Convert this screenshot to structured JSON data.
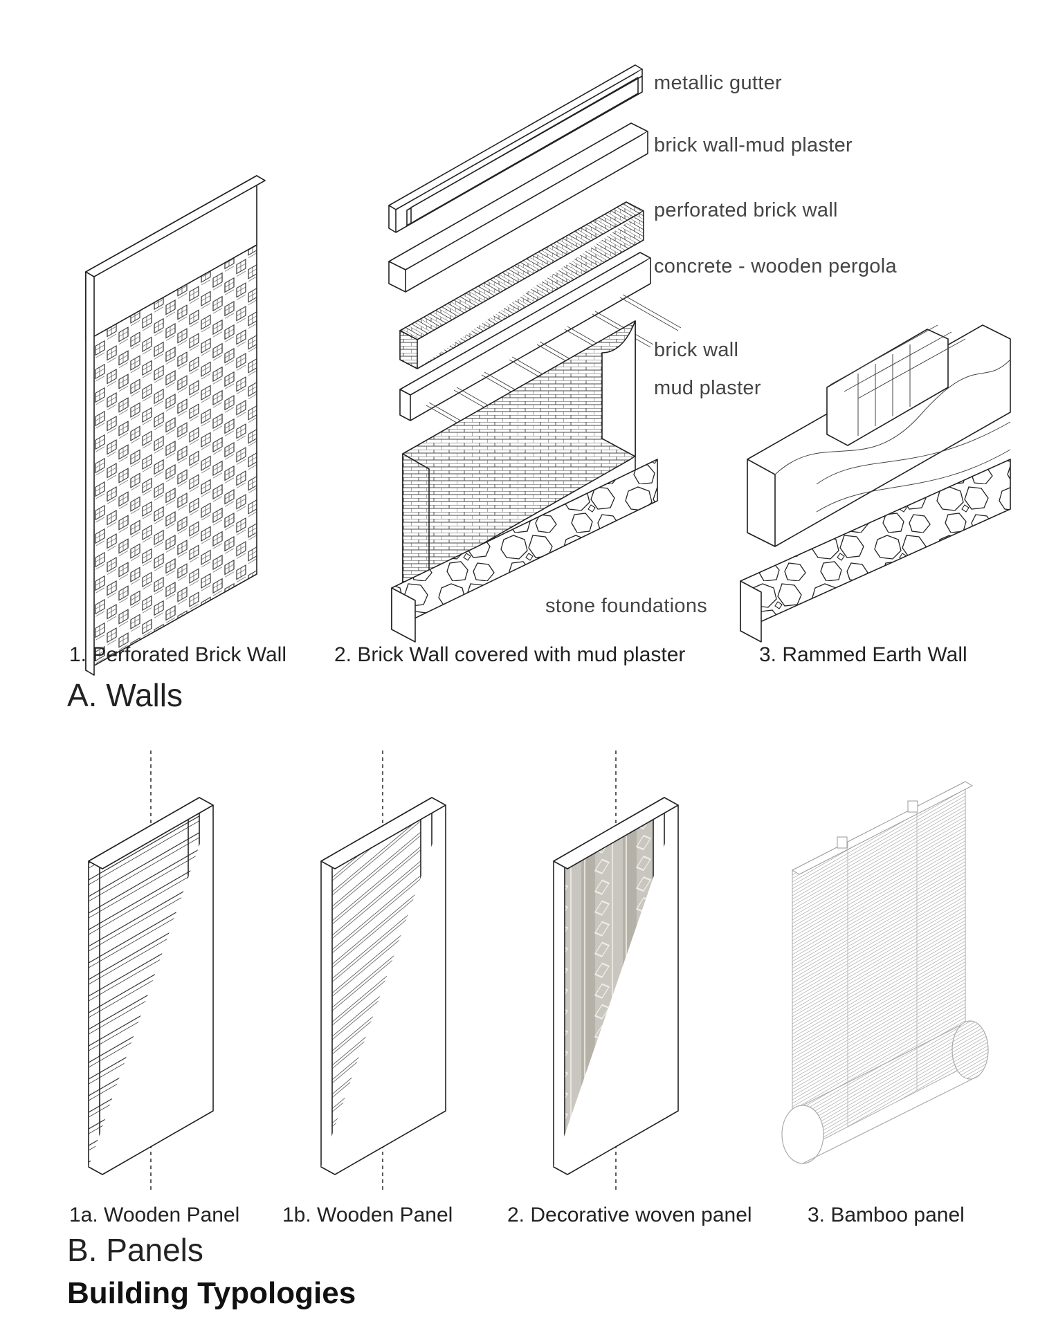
{
  "layer_labels": {
    "metallic_gutter": "metallic gutter",
    "brick_wall_mud_plaster": "brick wall-mud plaster",
    "perforated_brick_wall": "perforated brick wall",
    "concrete_wooden_pergola": "concrete - wooden pergola",
    "brick_wall": "brick wall",
    "mud_plaster": "mud plaster",
    "stone_foundations": "stone foundations"
  },
  "walls": {
    "captions": [
      "1. Perforated Brick Wall",
      "2. Brick Wall covered with mud plaster",
      "3. Rammed Earth Wall"
    ],
    "section_title": "A. Walls"
  },
  "panels": {
    "captions": [
      "1a. Wooden Panel",
      "1b. Wooden Panel",
      "2. Decorative woven panel",
      "3. Bamboo panel"
    ],
    "section_title": "B. Panels"
  },
  "page_title": "Building Typologies"
}
